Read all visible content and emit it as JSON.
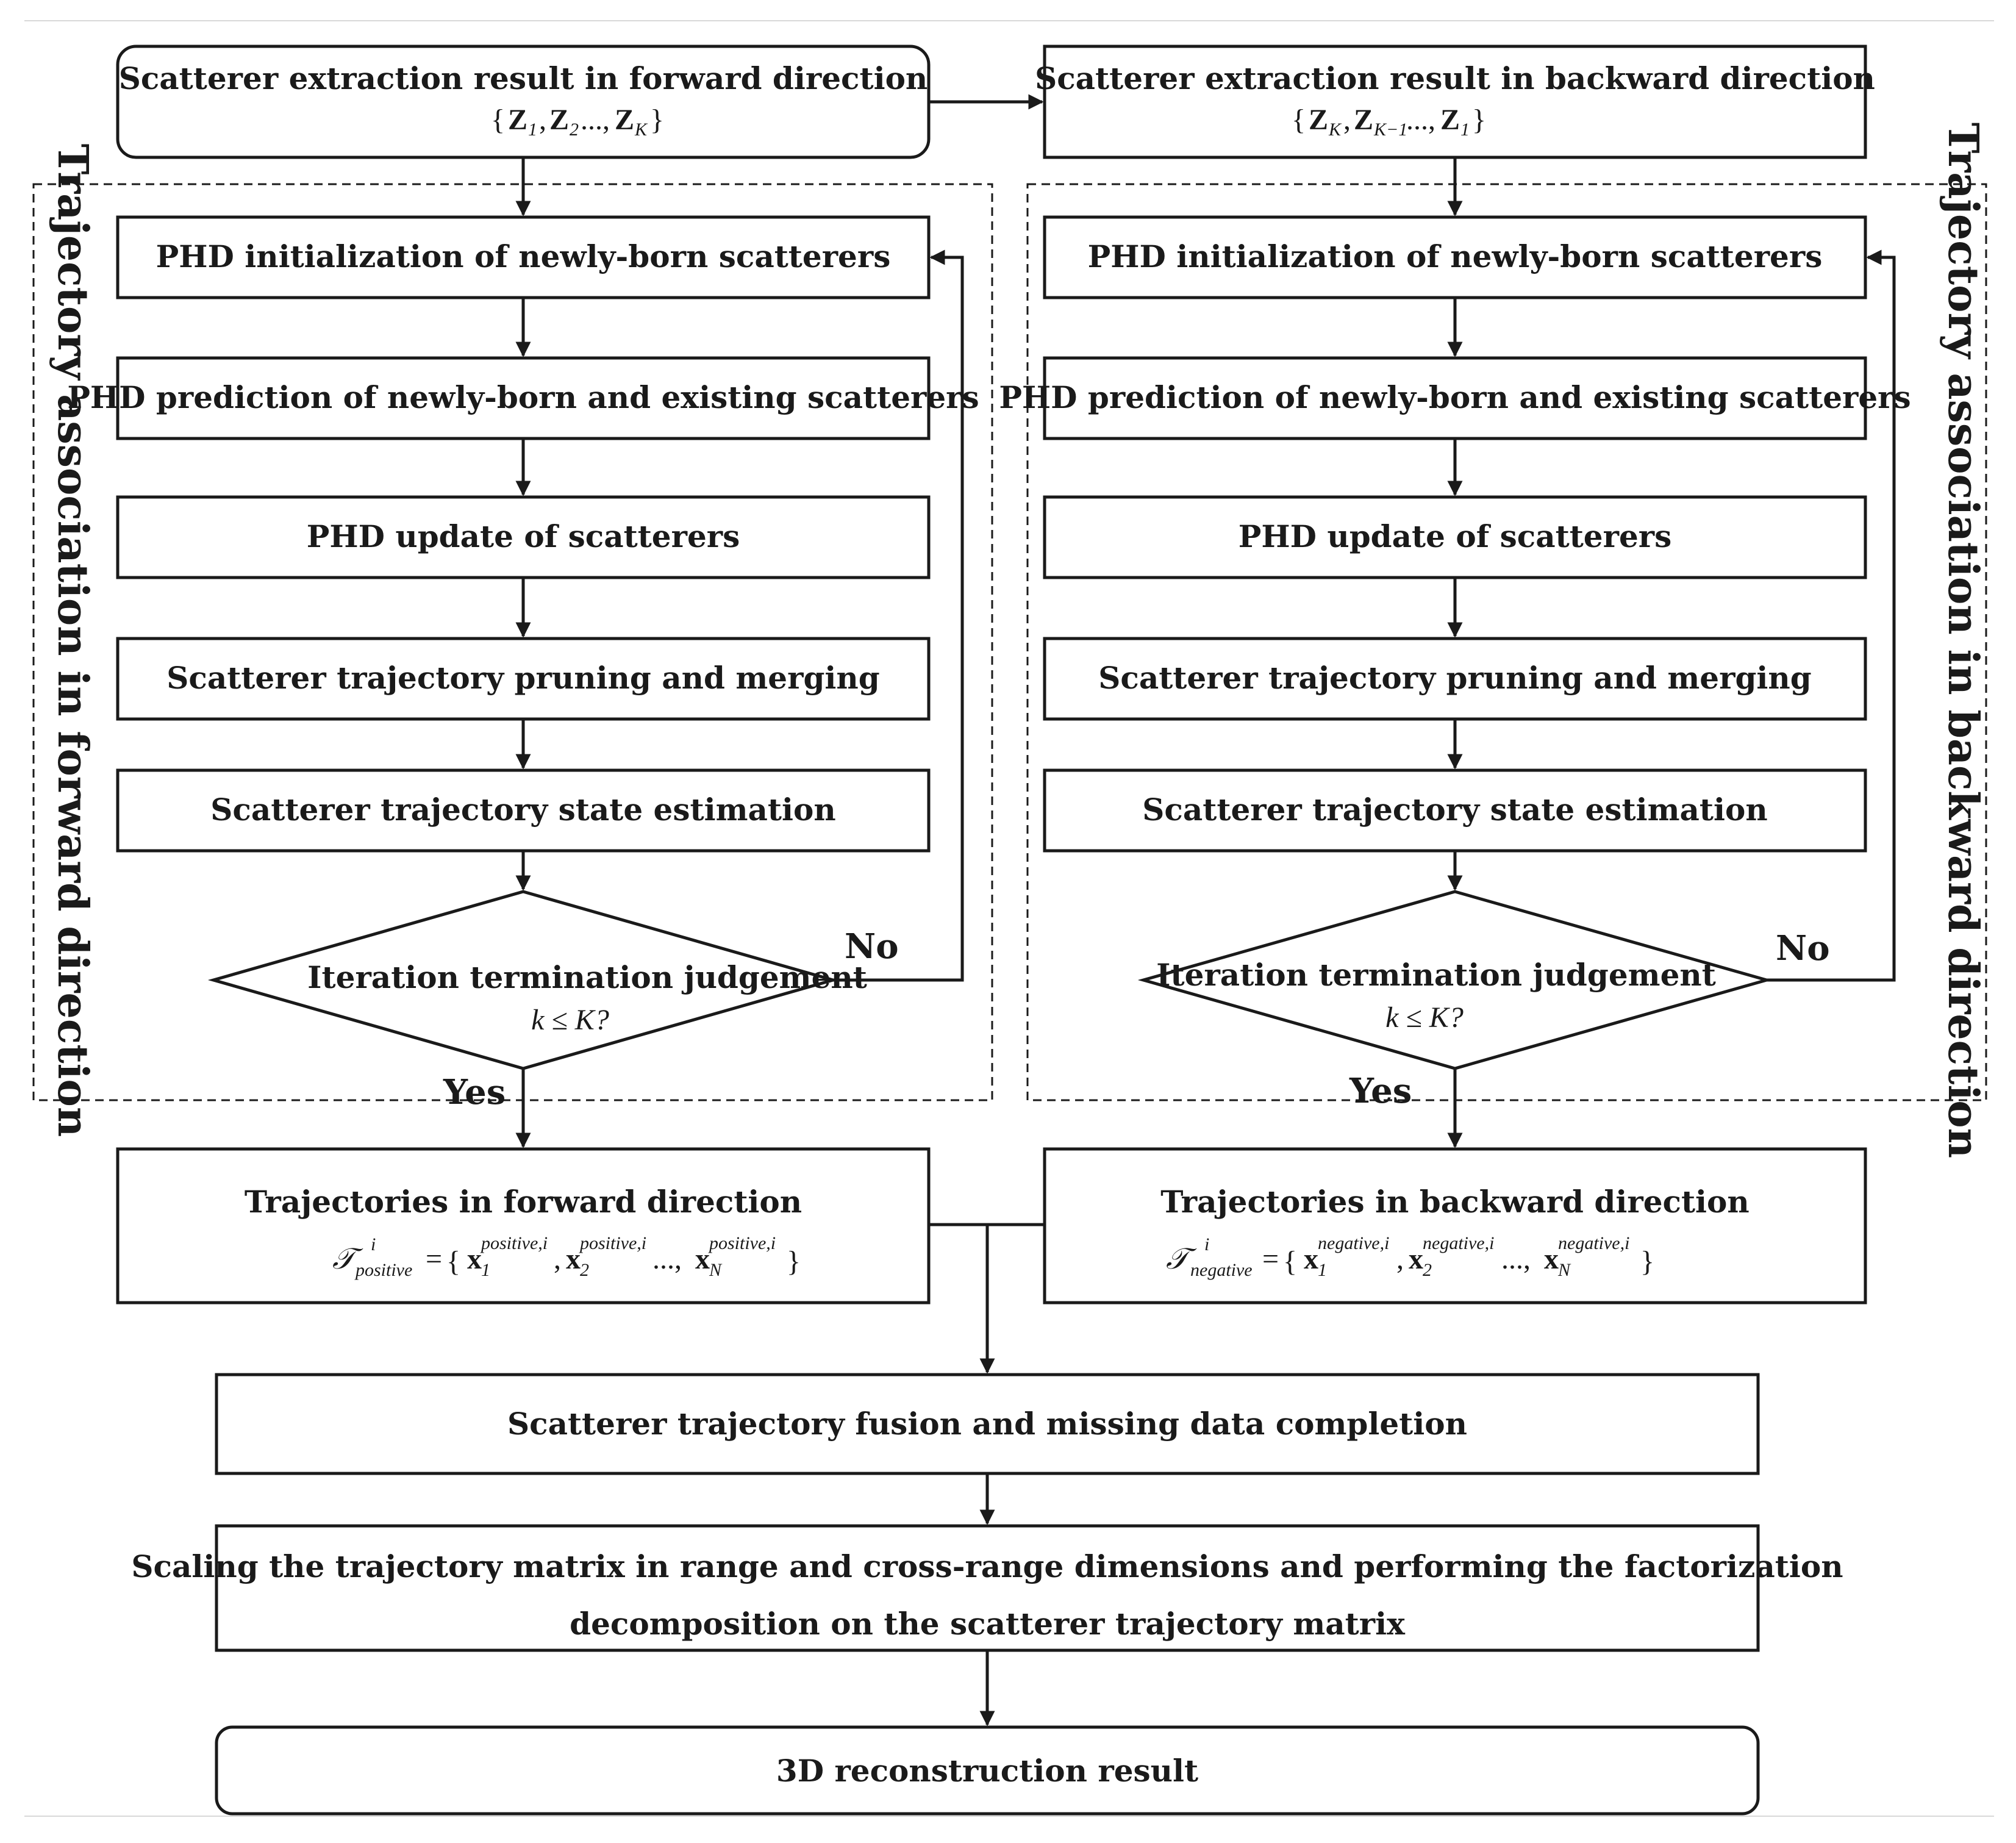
{
  "forward": {
    "input_title": "Scatterer extraction result in forward direction",
    "input_set": "{Z1, Z2, ..., ZK}",
    "section_label": "Trajectory association in forward direction",
    "steps": [
      "PHD initialization of newly-born scatterers",
      "PHD prediction of newly-born and existing scatterers",
      "PHD update of scatterers",
      "Scatterer trajectory pruning and merging",
      "Scatterer trajectory state estimation"
    ],
    "decision_title": "Iteration termination judgement",
    "decision_condition": "k ≤ K?",
    "no_label": "No",
    "yes_label": "Yes",
    "output_title": "Trajectories in forward direction",
    "output_formula": "T_positive^i = {x1^{positive,i}, x2^{positive,i}, ..., xN^{positive,i}}"
  },
  "backward": {
    "input_title": "Scatterer extraction result in backward direction",
    "input_set": "{ZK, ZK−1, ..., Z1}",
    "section_label": "Trajectory association in backward direction",
    "steps": [
      "PHD initialization of newly-born scatterers",
      "PHD prediction of newly-born and existing scatterers",
      "PHD update of scatterers",
      "Scatterer trajectory pruning and merging",
      "Scatterer trajectory state estimation"
    ],
    "decision_title": "Iteration termination judgement",
    "decision_condition": "k ≤ K?",
    "no_label": "No",
    "yes_label": "Yes",
    "output_title": "Trajectories in backward direction",
    "output_formula": "T_negative^i = {x1^{negative,i}, x2^{negative,i}, ..., xN^{negative,i}}"
  },
  "fusion": "Scatterer trajectory fusion and missing data completion",
  "scaling_line1": "Scaling the trajectory matrix in range and cross-range dimensions and performing the factorization",
  "scaling_line2": "decomposition on the scatterer trajectory matrix",
  "result": "3D reconstruction result",
  "math": {
    "Z": "Z",
    "K": "K",
    "K1": "K−1",
    "one": "1",
    "two": "2",
    "N": "N",
    "ellipsis": "...,",
    "x": "x",
    "T": "𝒯",
    "i": "i",
    "pos": "positive",
    "neg": "negative",
    "pos_i": "positive,i",
    "neg_i": "negative,i"
  }
}
